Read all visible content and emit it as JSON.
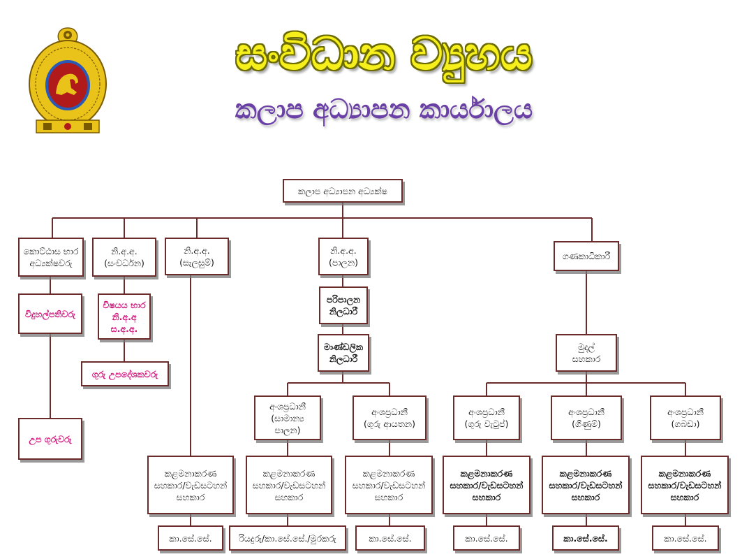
{
  "header": {
    "title": "සංවිධාන ව්‍යුහය",
    "subtitle": "කලාප අධ්‍යාපන කාර්යාලය"
  },
  "colors": {
    "title_fill": "#f6ef1c",
    "subtitle": "#6a3fa6",
    "box_border": "#6b2b2b",
    "highlight_text": "#d1127a",
    "emblem_gold": "#e9c21a",
    "emblem_red": "#b01a1a"
  },
  "emblem": {
    "icon": "sri-lanka-emblem-icon"
  },
  "chart": {
    "root": "කලාප අධ්‍යාපන අධ්‍යක්ෂ",
    "accounts_director": "කොට්ඨාස භාර\nඅධ්‍යක්ෂවරු",
    "vidyahalpathi": "විදුහල්පතිවරු",
    "upa_guru": "උප ගුරුවරු",
    "dd_development": "නි.අ.අ.\n(සංවර්ධන)",
    "subject_director": "විෂයය භාර\nනි.අ.අ\nස.අ.අ.",
    "teacher_advisors": "ගුරු උපදේශකවරු",
    "dd_planning": "නි.අ.අ.\n(සැලසුම්)",
    "dd_admin": "නි.අ.අ.\n(පාලන)",
    "admin_officer": "පරිපාලන\nනිලධාරී",
    "chief_officer": "මාණ්ඩලික\nනිලධාරී",
    "accountant": "ගණකාධිකාරී",
    "finance_assistant": "මුදල්\nසහකාර",
    "branches": [
      {
        "head": "අංශප්‍රධානී\n(සාමාන්‍ය පාලන)"
      },
      {
        "head": "අංශප්‍රධානී\n(ගුරු ආයතන)"
      },
      {
        "head": "අංශප්‍රධානී\n(ගුරු වැටුප්)"
      },
      {
        "head": "අංශප්‍රධානී\n(ගිණුම්)"
      },
      {
        "head": "අංශප්‍රධානී\n(ගබඩා)"
      }
    ],
    "mgmt_assistant": "කළමනාකරණ\nසහකාර/වැඩසටහන්\nසහකාර",
    "bottom": {
      "planning": "කා.සේ.සේ.",
      "general_admin": "රියදුරු/කා.සේ.සේ./මුරකරු",
      "teacher_inst": "කා.සේ.සේ.",
      "salary": "කා.සේ.සේ.",
      "accounts": "කා.සේ.සේ.",
      "stores": "කා.සේ.සේ."
    }
  }
}
